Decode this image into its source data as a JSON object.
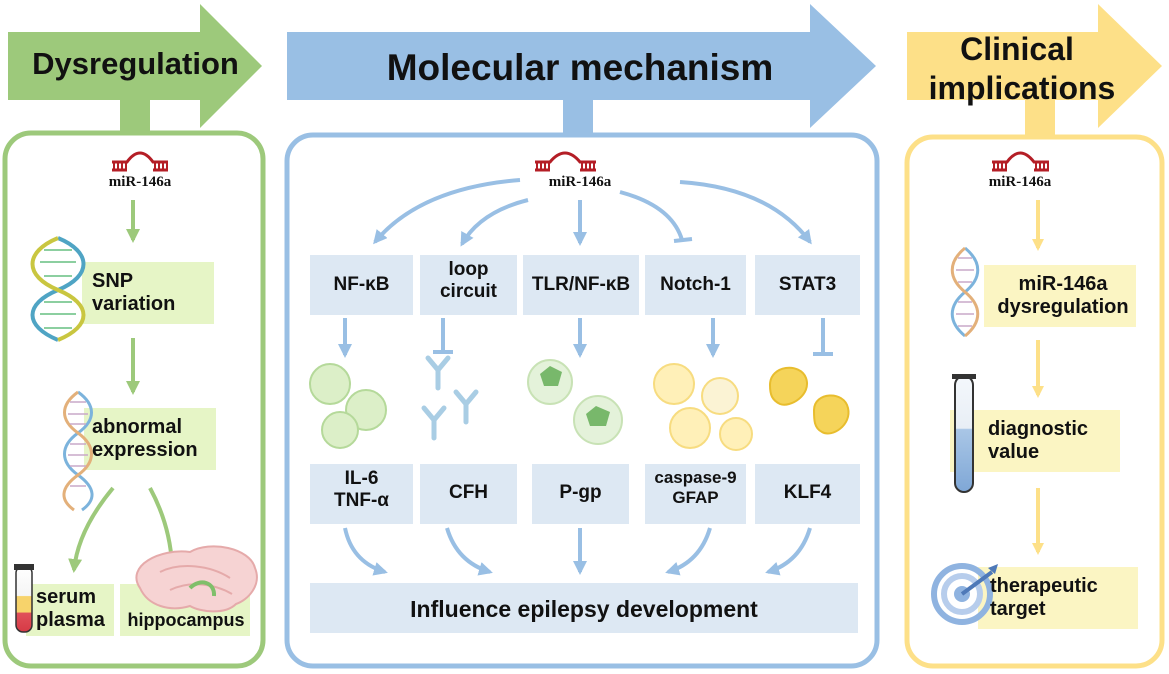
{
  "colors": {
    "green": "#9dc97b",
    "green_box": "#e6f5c6",
    "blue": "#99bfe4",
    "blue_box": "#dde8f3",
    "yellow": "#fde088",
    "yellow_box": "#fbf5c3",
    "mirna_red": "#b41e26"
  },
  "icons": [
    "mirna-hairpin-icon",
    "dna-helix-icon",
    "blood-tube-icon",
    "brain-icon",
    "cell-icon",
    "y-receptor-icon",
    "test-tube-icon",
    "target-icon"
  ],
  "headers": {
    "dysregulation": "Dysregulation",
    "molecular": "Molecular mechanism",
    "clinical_line1": "Clinical",
    "clinical_line2": "implications"
  },
  "dysregulation_panel": {
    "mirna": "miR-146a",
    "snp_line1": "SNP",
    "snp_line2": "variation",
    "abnormal_line1": "abnormal",
    "abnormal_line2": "expression",
    "serum": "serum",
    "plasma": "plasma",
    "hippocampus": "hippocampus"
  },
  "molecular_panel": {
    "mirna": "miR-146a",
    "targets": [
      "NF-κB",
      "loop",
      "circuit",
      "TLR/NF-κB",
      "Notch-1",
      "STAT3"
    ],
    "effects": [
      "IL-6",
      "TNF-α",
      "CFH",
      "P-gp",
      "caspase-9",
      "GFAP",
      "KLF4"
    ],
    "outcome": "Influence epilepsy development"
  },
  "clinical_panel": {
    "mirna": "miR-146a",
    "dys_line1": "miR-146a",
    "dys_line2": "dysregulation",
    "diag_line1": "diagnostic",
    "diag_line2": "value",
    "ther_line1": "therapeutic",
    "ther_line2": "target"
  }
}
